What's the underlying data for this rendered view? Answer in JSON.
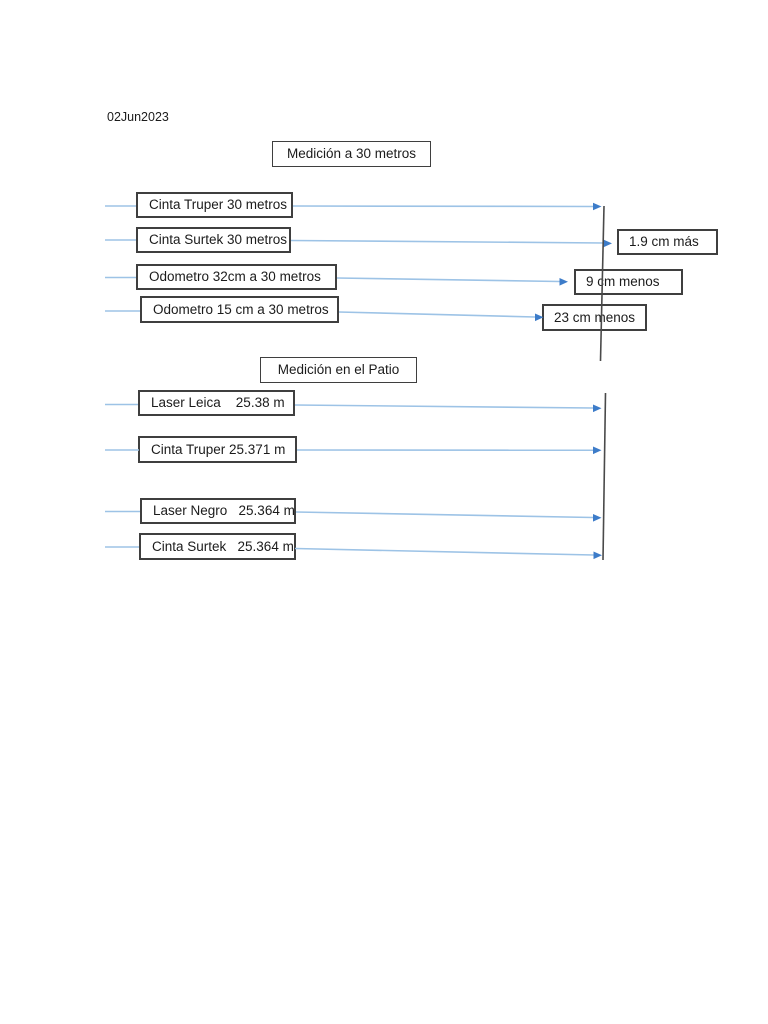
{
  "document": {
    "date": "02Jun2023"
  },
  "colors": {
    "connector_line": "#9dc3e6",
    "arrowhead": "#3d7cc9",
    "reference_line": "#4a4a4a",
    "box_border": "#3f3f3f",
    "text": "#1b1b1b",
    "background": "#ffffff"
  },
  "sections": [
    {
      "title": "Medición a 30 metros",
      "rows": [
        {
          "label": "Cinta Truper 30 metros"
        },
        {
          "label": "Cinta Surtek 30 metros",
          "result": "1.9 cm más"
        },
        {
          "label": "Odometro 32cm a 30 metros",
          "result": "9 cm menos"
        },
        {
          "label": "Odometro 15 cm a 30 metros",
          "result": "23 cm menos"
        }
      ]
    },
    {
      "title": "Medición en el Patio",
      "rows": [
        {
          "label": "Laser Leica    25.38 m"
        },
        {
          "label": "Cinta Truper 25.371 m"
        },
        {
          "label": "Laser Negro   25.364 m"
        },
        {
          "label": "Cinta Surtek   25.364 m"
        }
      ]
    }
  ]
}
